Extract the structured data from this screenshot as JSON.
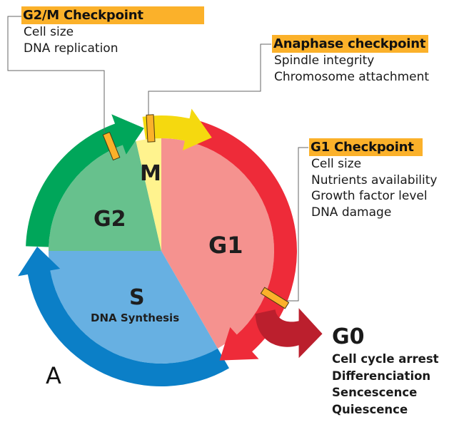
{
  "phases": {
    "g1": {
      "label": "G1",
      "color": "#f5928f",
      "arrow_color": "#ee2b39"
    },
    "s": {
      "label": "S",
      "sublabel": "DNA Synthesis",
      "color": "#67b0e2",
      "arrow_color": "#0b7fc7"
    },
    "g2": {
      "label": "G2",
      "color": "#67c18d",
      "arrow_color": "#00a65a"
    },
    "m": {
      "label": "M",
      "color": "#fff38e",
      "arrow_color": "#f5d90f"
    }
  },
  "checkpoints": {
    "g2m": {
      "title": "G2/M Checkpoint",
      "items": [
        "Cell size",
        "DNA replication"
      ]
    },
    "anaphase": {
      "title": "Anaphase checkpoint",
      "items": [
        "Spindle integrity",
        "Chromosome attachment"
      ]
    },
    "g1": {
      "title": "G1 Checkpoint",
      "items": [
        "Cell size",
        "Nutrients availability",
        "Growth factor level",
        "DNA damage"
      ]
    }
  },
  "g0": {
    "title": "G0",
    "items": [
      "Cell cycle arrest",
      "Differenciation",
      "Sencescence",
      "Quiescence"
    ],
    "arrow_color": "#bb1f2d"
  },
  "panel_label": "A",
  "colors": {
    "checkpoint_marker": "#fbb12a",
    "highlight": "#fbb12a"
  }
}
